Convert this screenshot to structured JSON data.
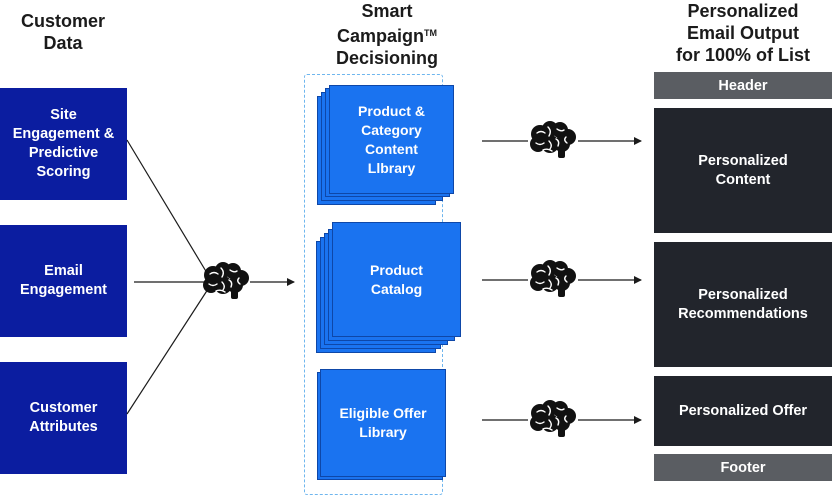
{
  "headings": {
    "customer_data": [
      "Customer",
      "Data"
    ],
    "smart_campaign": [
      "Smart",
      "Campaign",
      "TM",
      "Decisioning"
    ],
    "email_output": [
      "Personalized",
      "Email Output",
      "for 100% of List"
    ]
  },
  "sources": [
    {
      "lines": [
        "Site",
        "Engagement &",
        "Predictive",
        "Scoring"
      ]
    },
    {
      "lines": [
        "Email",
        "Engagement"
      ]
    },
    {
      "lines": [
        "Customer",
        "Attributes"
      ]
    }
  ],
  "libraries": [
    {
      "lines": [
        "Product &",
        "Category",
        "Content",
        "Llbrary"
      ]
    },
    {
      "lines": [
        "Product",
        "Catalog"
      ]
    },
    {
      "lines": [
        "Eligible Offer",
        "Library"
      ]
    }
  ],
  "outputs": {
    "header": "Header",
    "personalized_content": [
      "Personalized",
      "Content"
    ],
    "personalized_recommendations": [
      "Personalized",
      "Recommendations"
    ],
    "personalized_offer": "Personalized Offer",
    "footer": "Footer"
  },
  "colors": {
    "source_blue": "#0b1da0",
    "library_blue": "#1a73f0",
    "output_dark": "#22252c",
    "bar_gray": "#5a5d62",
    "dashed_frame": "#6fb6ee"
  },
  "icons": [
    "brain-icon",
    "arrow-icon"
  ]
}
